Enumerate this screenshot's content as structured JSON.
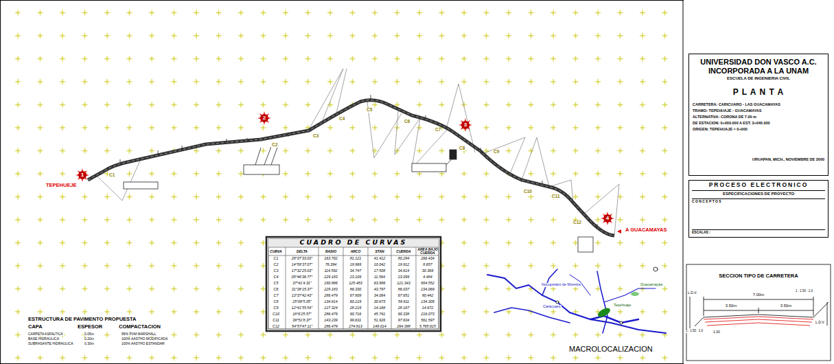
{
  "diagram": {
    "nodes": [
      {
        "text": [
          "UNIVERSIDAD DON VASCO A.C.",
          "INCORPORADA A LA UNAM",
          "ESCUELA DE INGENIERIA CIVIL",
          "P L A N T A",
          "CARRETERA: CARICUARO - LAS GUACAMAYAS",
          "TRAMO: TEPEHUAJE - GUACAMAYAS",
          "ALTERNATIVA: CORONA DE 7.00 m",
          "DE ESTACION: 0+000.000 A EST. 3+040.000",
          "ORIGEN: TEPEHUAJE = 0+000",
          "URUAPAN, MICH., NOVIEMBRE DE 2000"
        ]
      },
      {
        "text": [
          "PROCESO ELECTRONICO",
          "ESPECIFICACIONES DE PROYECTO",
          "C O N C E P T O S",
          "ESCALAS :"
        ]
      },
      {
        "text": [
          "CUADRO DE CURVAS"
        ]
      }
    ],
    "labels": [
      "TEPEHUEJE",
      "A GUACAMAYAS",
      "1",
      "2",
      "3",
      "4",
      "C1",
      "C2",
      "C3",
      "C4",
      "C5",
      "C6",
      "C7",
      "C8",
      "C9",
      "C10",
      "C11",
      "C12",
      "MACROLOCALIZACION",
      "Nocupétaro de Morelos",
      "Carácuaro",
      "Tepehuaje",
      "Guacamayas",
      "CURVA",
      "DELTA",
      "RADIO",
      "ARCO",
      "STAN",
      "CUERDA",
      "AREA BAJO CUERDA",
      "C1",
      "28°37'33.03\"",
      "163.702",
      "81.121",
      "41.412",
      "80.294",
      "266.434",
      "C2",
      "14°58'37.07\"",
      "76.394",
      "19.969",
      "10.042",
      "19.912",
      "8.657",
      "C3",
      "17°32'25.03\"",
      "114.592",
      "34.747",
      "17.508",
      "34.614",
      "30.369",
      "C4",
      "05°46'36.77\"",
      "229.183",
      "23.109",
      "11.564",
      "23.099",
      "4.484",
      "C5",
      "37°41'4.31\"",
      "190.986",
      "125.483",
      "63.986",
      "121.343",
      "804.552",
      "C6",
      "31°38'15.37\"",
      "229.183",
      "86.330",
      "43.797",
      "86.037",
      "234.069",
      "C7",
      "13°37'42.43\"",
      "286.479",
      "67.809",
      "34.064",
      "67.651",
      "90.442",
      "C8",
      "25°08'5.05\"",
      "134.814",
      "60.219",
      "30.673",
      "59.811",
      "134.309",
      "C9",
      "12°41'55.54\"",
      "127.324",
      "28.219",
      "14.168",
      "28.167",
      "14.672",
      "C10",
      "18°6'25.57\"",
      "286.479",
      "90.716",
      "45.741",
      "90.338",
      "216.073",
      "C11",
      "39°51'8.37\"",
      "143.239",
      "99.631",
      "51.926",
      "97.634",
      "561.597",
      "C12",
      "54°57'47.11\"",
      "286.479",
      "274.813",
      "149.014",
      "264.398",
      "5,765.615",
      "ESTRUCTURA DE PAVIMENTO PROPUESTA",
      "CAPA",
      "ESPESOR",
      "COMPACTACION",
      "CARPETA ASFALTICA",
      "0.05m",
      "95% PVM MARSHALL",
      "BASE HIDRAULICA",
      "0.20m",
      "100% AASTHO MODIFICADA",
      "SUBRASANTE HIDRAULICA",
      "0.30m",
      "100% AASTHO ESTANDAR",
      "SECCION TIPO DE CARRETERA",
      "L.D.V.",
      "L.D.V.",
      "7.00m",
      "3.50m",
      "3.50m",
      "1.00",
      "1 : 1.50 : 1.0",
      "1 : 1.50 : 1.0"
    ]
  }
}
